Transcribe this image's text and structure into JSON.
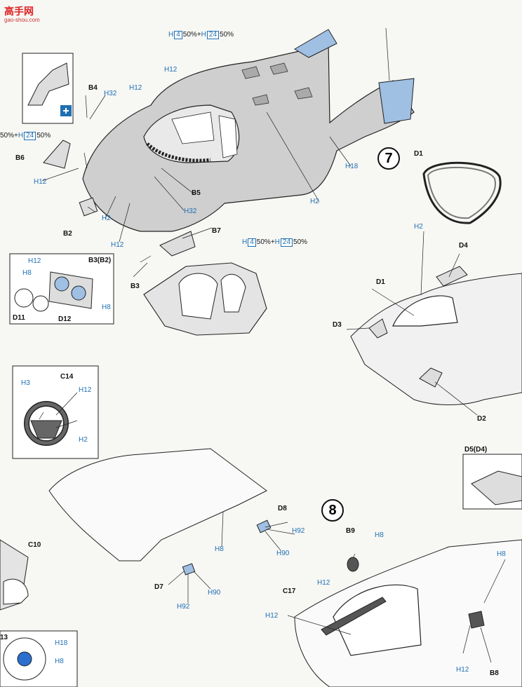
{
  "logo": {
    "text": "高手网",
    "url": "gao-shou.com"
  },
  "steps": {
    "s7": "7",
    "s8": "8"
  },
  "labels": {
    "B2": "B2",
    "B3": "B3",
    "B3B2": "B3(B2)",
    "B4": "B4",
    "B5": "B5",
    "B6": "B6",
    "B7": "B7",
    "B8": "B8",
    "B9": "B9",
    "C10": "C10",
    "C14": "C14",
    "C17": "C17",
    "n13": "13",
    "D1a": "D1",
    "D1b": "D1",
    "D2": "D2",
    "D3": "D3",
    "D4": "D4",
    "D5": "D5(D4)",
    "D7": "D7",
    "D8": "D8",
    "D11": "D11",
    "D12": "D12"
  },
  "paint": {
    "H2": "H2",
    "H3": "H3",
    "H4": "H4",
    "H8": "H8",
    "H12": "H12",
    "H18": "H18",
    "H24": "H24",
    "H32": "H32",
    "H90": "H90",
    "H92": "H92",
    "pct50": "50%",
    "plus": "+"
  }
}
